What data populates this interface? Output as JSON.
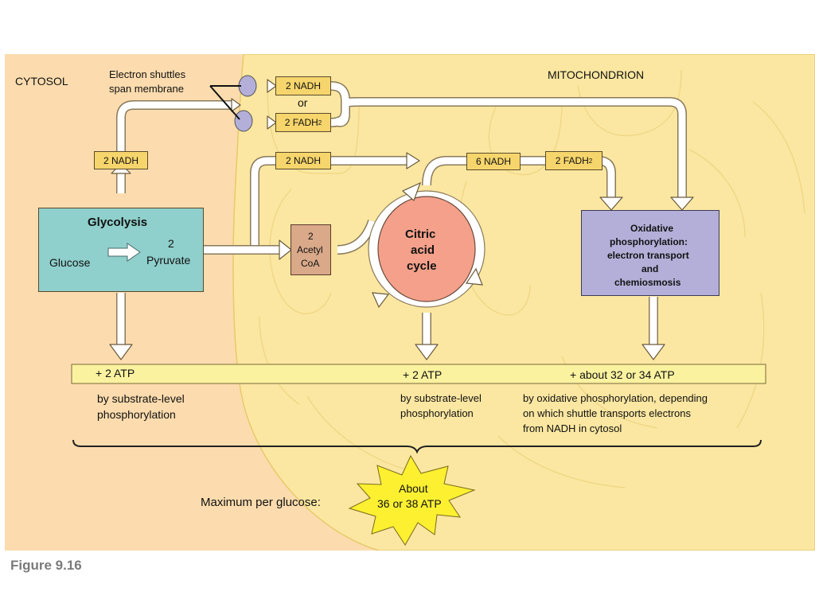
{
  "labels": {
    "cytosol": "CYTOSOL",
    "mitochondrion": "MITOCHONDRION",
    "shuttles_line1": "Electron shuttles",
    "shuttles_line2": "span membrane",
    "shuttle_nadh": "2 NADH",
    "shuttle_or": "or",
    "shuttle_fadh": "2 FADH",
    "sub2": "2",
    "glyco_nadh": "2 NADH",
    "pyr_nadh": "2 NADH",
    "krebs_nadh": "6 NADH",
    "krebs_fadh": "2 FADH",
    "glycolysis": "Glycolysis",
    "glucose": "Glucose",
    "pyruvate_num": "2",
    "pyruvate": "Pyruvate",
    "acetyl_num": "2",
    "acetyl": "Acetyl",
    "coa": "CoA",
    "citric1": "Citric",
    "citric2": "acid",
    "citric3": "cycle",
    "oxphos1": "Oxidative",
    "oxphos2": "phosphorylation:",
    "oxphos3": "electron transport",
    "oxphos4": "and",
    "oxphos5": "chemiosmosis",
    "atp1": "+ 2 ATP",
    "atp2": "+ 2 ATP",
    "atp3": "+ about 32 or 34 ATP",
    "desc1_l1": "by substrate-level",
    "desc1_l2": "phosphorylation",
    "desc2_l1": "by substrate-level",
    "desc2_l2": "phosphorylation",
    "desc3_l1": "by oxidative phosphorylation, depending",
    "desc3_l2": "on which shuttle transports electrons",
    "desc3_l3": "from NADH in cytosol",
    "max_label": "Maximum per glucose:",
    "about": "About",
    "total": "36 or 38 ATP"
  },
  "caption": "Figure 9.16",
  "colors": {
    "cytosol": "#fcdcae",
    "mitochondrion": "#fbe7a1",
    "glycolysis_box": "#8fcfcc",
    "acetyl_box": "#d9a98a",
    "citric_cycle": "#f4a08a",
    "oxphos_box": "#b3afd8",
    "atp_bar": "#fbf2a0",
    "carrier_box": "#f6d56c",
    "starburst": "#fcf031",
    "shuttle": "#b3afd8"
  }
}
